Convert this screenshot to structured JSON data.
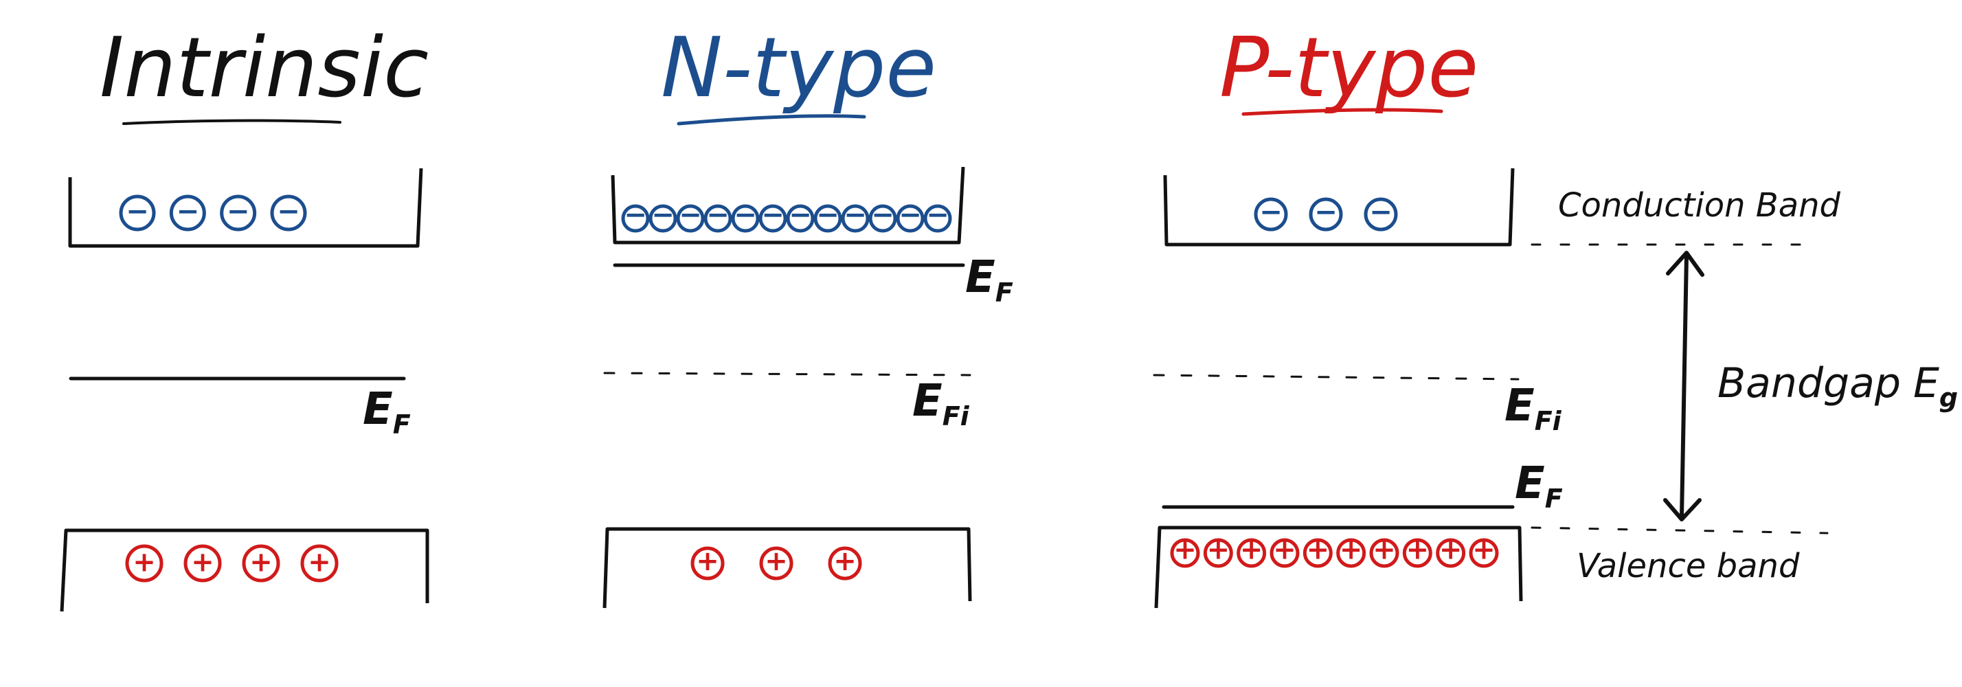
{
  "colors": {
    "ink": "#111111",
    "electron": "#1c4e8e",
    "hole": "#d11a1a"
  },
  "panels": [
    {
      "title": "Intrinsic",
      "title_color": "#111111",
      "fermi_label": "E",
      "fermi_sub": "F",
      "fermi_level": "mid",
      "electron_count": 4,
      "hole_count": 4,
      "show_intrinsic_ref": false
    },
    {
      "title": "N-type",
      "title_color": "#1c4e8e",
      "fermi_label": "E",
      "fermi_sub": "F",
      "fermi_level": "near-conduction",
      "intrinsic_label": "E",
      "intrinsic_sub": "Fi",
      "electron_count": 12,
      "hole_count": 3,
      "show_intrinsic_ref": true
    },
    {
      "title": "P-type",
      "title_color": "#d11a1a",
      "fermi_label": "E",
      "fermi_sub": "F",
      "fermi_level": "near-valence",
      "intrinsic_label": "E",
      "intrinsic_sub": "Fi",
      "electron_count": 3,
      "hole_count": 10,
      "show_intrinsic_ref": true
    }
  ],
  "labels": {
    "conduction_band": "Conduction Band",
    "valence_band": "Valence band",
    "bandgap_prefix": "Bandgap",
    "bandgap_symbol": "E",
    "bandgap_sub": "g"
  },
  "carriers": {
    "electron_symbol": "−",
    "hole_symbol": "+"
  }
}
